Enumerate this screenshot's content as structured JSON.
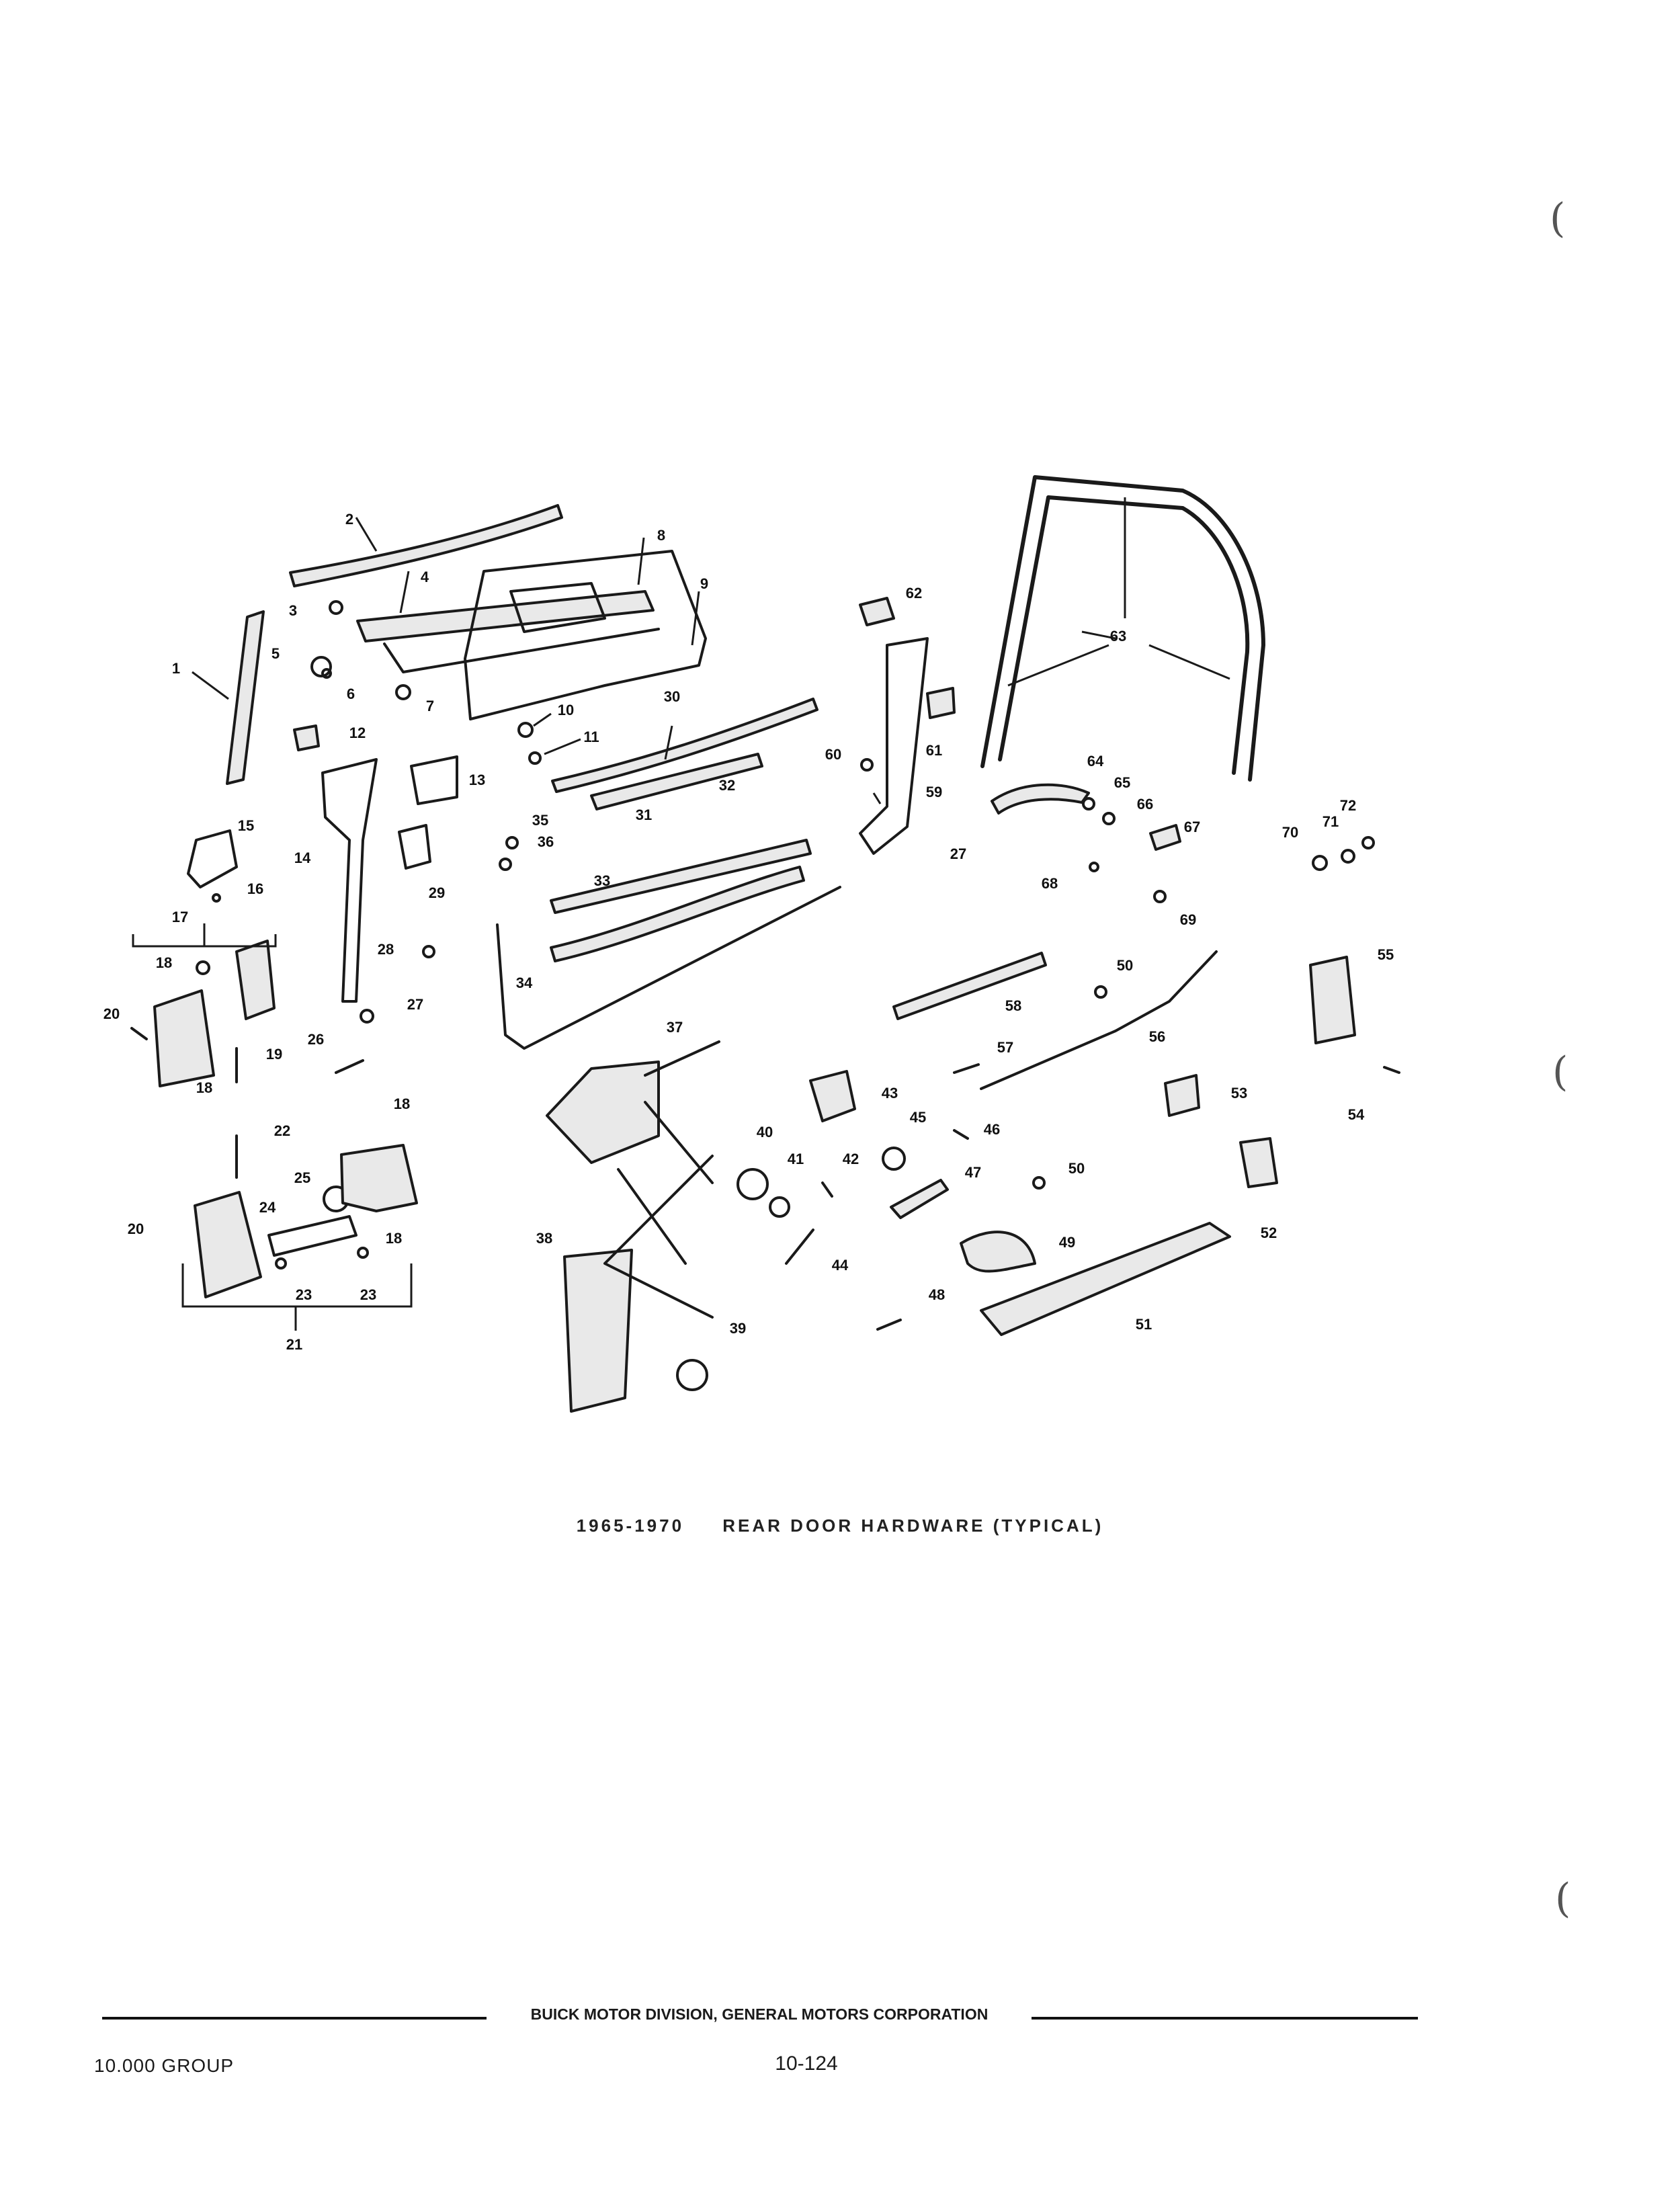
{
  "diagram": {
    "caption_years": "1965-1970",
    "caption_title": "REAR DOOR HARDWARE (TYPICAL)",
    "callouts": [
      "1",
      "2",
      "3",
      "4",
      "5",
      "6",
      "7",
      "8",
      "9",
      "10",
      "11",
      "12",
      "13",
      "14",
      "15",
      "16",
      "17",
      "18",
      "19",
      "20",
      "21",
      "22",
      "23",
      "24",
      "25",
      "26",
      "27",
      "28",
      "29",
      "30",
      "31",
      "32",
      "33",
      "34",
      "35",
      "36",
      "37",
      "38",
      "39",
      "40",
      "41",
      "42",
      "43",
      "44",
      "45",
      "46",
      "47",
      "48",
      "49",
      "50",
      "51",
      "52",
      "53",
      "54",
      "55",
      "56",
      "57",
      "58",
      "59",
      "60",
      "61",
      "62",
      "63",
      "64",
      "65",
      "66",
      "67",
      "68",
      "69",
      "70",
      "71",
      "72"
    ]
  },
  "footer": {
    "corporation": "BUICK MOTOR DIVISION, GENERAL MOTORS CORPORATION",
    "group": "10.000 GROUP",
    "page": "10-124"
  }
}
